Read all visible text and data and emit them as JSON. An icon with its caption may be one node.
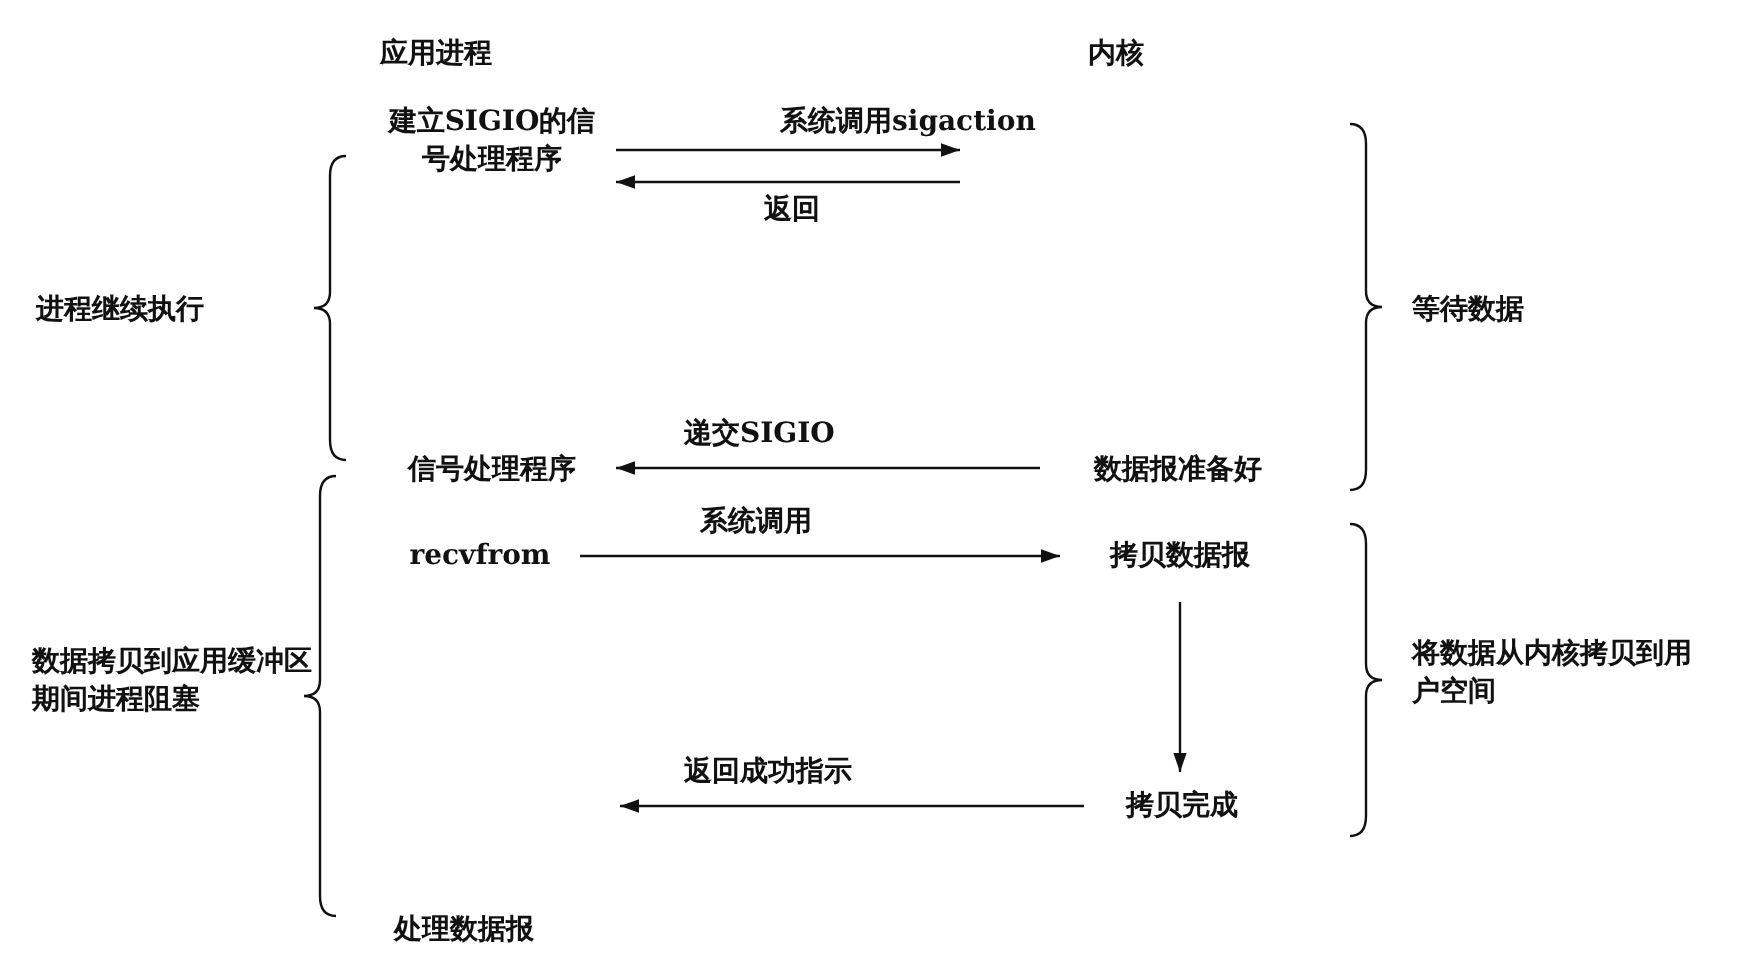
{
  "diagram": {
    "nodes": [
      {
        "text": [
          "建立SIGIO的信号处理程序"
        ]
      },
      {
        "text": [
          "信号处理程序"
        ]
      },
      {
        "text": [
          "recvfrom"
        ]
      },
      {
        "text": [
          "数据报准备好"
        ]
      },
      {
        "text": [
          "拷贝数据报"
        ]
      },
      {
        "text": [
          "拷贝完成"
        ]
      }
    ],
    "edges": [
      {
        "from": 0,
        "to": null,
        "arrow": "to",
        "label": "系统调用sigaction"
      },
      {
        "from": null,
        "to": 0,
        "arrow": "to",
        "label": "返回"
      },
      {
        "from": 3,
        "to": 1,
        "arrow": "to",
        "label": "递交SIGIO"
      },
      {
        "from": 2,
        "to": 4,
        "arrow": "to",
        "label": "系统调用"
      },
      {
        "from": 4,
        "to": 5,
        "arrow": "to"
      },
      {
        "from": 5,
        "to": null,
        "arrow": "to",
        "label": "返回成功指示"
      }
    ],
    "labels": [
      "应用进程",
      "内核",
      "进程继续执行",
      "等待数据",
      "数据拷贝到应用缓冲区期间进程阻塞",
      "将数据从内核拷贝到用户空间",
      "处理数据报"
    ]
  }
}
